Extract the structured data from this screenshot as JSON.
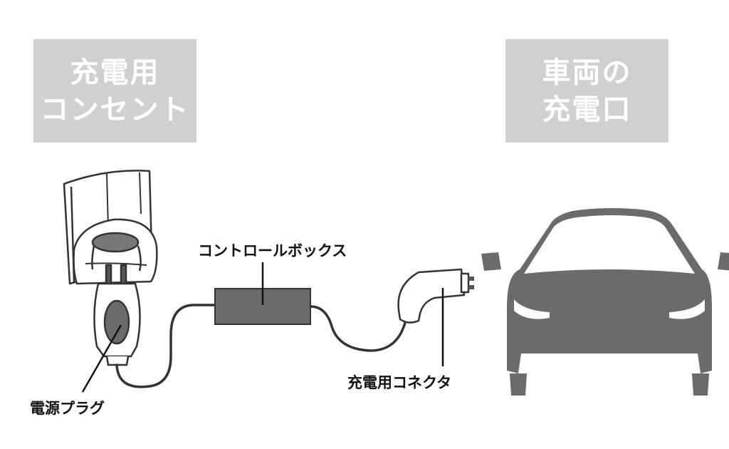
{
  "outlet_title": {
    "line1": "充電用",
    "line2": "コンセント"
  },
  "vehicle_title": {
    "line1": "車両の",
    "line2": "充電口"
  },
  "callouts": {
    "control_box": "コントロールボックス",
    "connector": "充電用コネクタ",
    "plug": "電源プラグ"
  },
  "colors": {
    "title_box_bg": "#d0d0d0",
    "title_text": "#ffffff",
    "device_dark": "#6b6b6b",
    "outline": "#333333"
  }
}
